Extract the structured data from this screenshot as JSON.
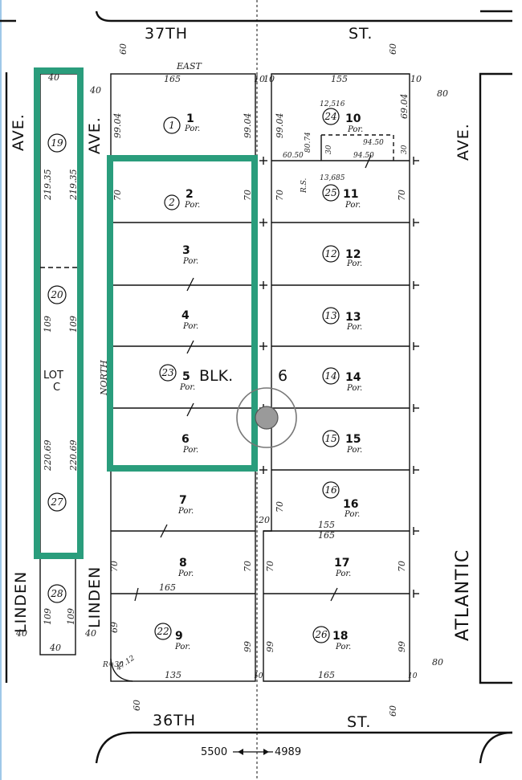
{
  "streets": {
    "top": "37TH",
    "top_st": "ST.",
    "bottom": "36TH",
    "bottom_st": "ST.",
    "left_ave_top": "AVE.",
    "left_ave_top2": "AVE.",
    "right_ave": "AVE.",
    "linden_left": "LINDEN",
    "linden_right": "LINDEN",
    "atlantic": "ATLANTIC"
  },
  "block": {
    "label": "BLK.",
    "number": "6",
    "circled": "23"
  },
  "directions": {
    "east": "EAST",
    "north": "NORTH"
  },
  "lot_c": {
    "label": "LOT",
    "letter": "C"
  },
  "lots_left": [
    {
      "num": "1",
      "circ": "1",
      "por": "Por."
    },
    {
      "num": "2",
      "circ": "2",
      "por": "Por."
    },
    {
      "num": "3",
      "circ": "",
      "por": "Por."
    },
    {
      "num": "4",
      "circ": "",
      "por": "Por."
    },
    {
      "num": "5",
      "circ": "",
      "por": "Por."
    },
    {
      "num": "6",
      "circ": "",
      "por": "Por."
    },
    {
      "num": "7",
      "circ": "",
      "por": "Por."
    },
    {
      "num": "8",
      "circ": "",
      "por": "Por."
    },
    {
      "num": "9",
      "circ": "22",
      "por": "Por."
    }
  ],
  "lots_right": [
    {
      "num": "10",
      "circ": "24",
      "por": "Por."
    },
    {
      "num": "11",
      "circ": "25",
      "por": "Por."
    },
    {
      "num": "12",
      "circ": "12",
      "por": "Por."
    },
    {
      "num": "13",
      "circ": "13",
      "por": "Por."
    },
    {
      "num": "14",
      "circ": "14",
      "por": "Por."
    },
    {
      "num": "15",
      "circ": "15",
      "por": "Por."
    },
    {
      "num": "16",
      "circ": "16",
      "por": "Por."
    },
    {
      "num": "17",
      "circ": "",
      "por": "Por."
    },
    {
      "num": "18",
      "circ": "26",
      "por": "Por."
    }
  ],
  "strip_parcels": [
    "19",
    "20",
    "27",
    "28"
  ],
  "dimensions": {
    "d40": "40",
    "d60": "60",
    "d80": "80",
    "d165": "165",
    "d155": "155",
    "d135": "135",
    "d99_04": "99.04",
    "d69_04": "69.04",
    "d70": "70",
    "d69": "69",
    "d99": "99",
    "d109": "109",
    "d219_35": "219.35",
    "d220_69": "220.69",
    "d10": "10",
    "d20": "20",
    "d30": "30",
    "d94_50": "94.50",
    "d60_50": "60.50",
    "d80_74": "80.74",
    "area1": "12,516",
    "area2": "13,685",
    "rs": "R.S.",
    "r30": "R=30",
    "d47_12": "47.12"
  },
  "scale_bar": {
    "left": "5500",
    "right": "4989"
  },
  "colors": {
    "highlight": "#2a9d7c",
    "ink": "#111111",
    "marker": "#9a9a9a"
  }
}
